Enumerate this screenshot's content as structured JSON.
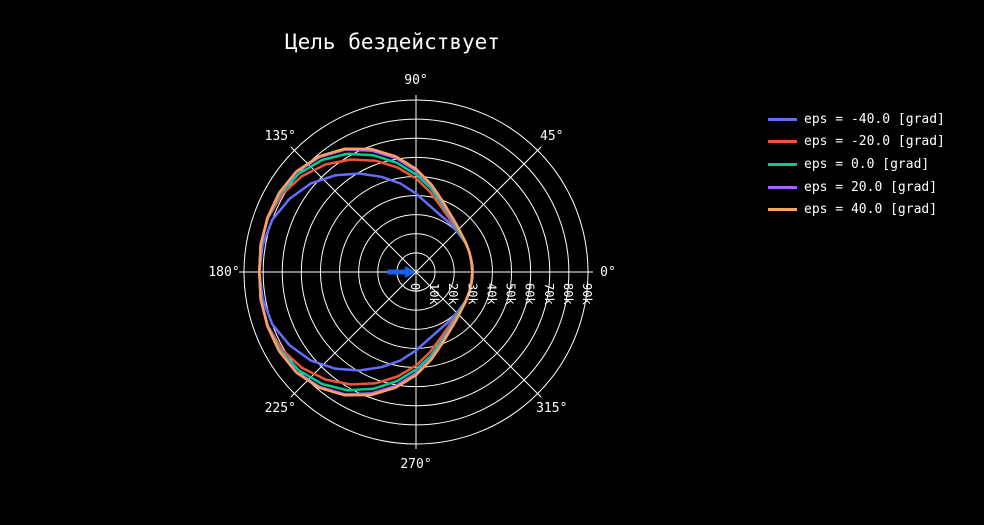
{
  "chart_data": {
    "type": "polar-line",
    "title": "Цель бездействует",
    "angular_axis": {
      "unit": "deg",
      "tick_labels": [
        "0°",
        "45°",
        "90°",
        "135°",
        "180°",
        "225°",
        "270°",
        "315°"
      ],
      "tick_values": [
        0,
        45,
        90,
        135,
        180,
        225,
        270,
        315
      ]
    },
    "radial_axis": {
      "range": [
        0,
        90000
      ],
      "tick_values": [
        0,
        10000,
        20000,
        30000,
        40000,
        50000,
        60000,
        70000,
        80000,
        90000
      ],
      "tick_labels": [
        "0",
        "10k",
        "20k",
        "30k",
        "40k",
        "50k",
        "60k",
        "70k",
        "80k",
        "90k"
      ]
    },
    "grid": true,
    "legend_position": "top-right",
    "theta": [
      0,
      10,
      20,
      30,
      40,
      50,
      60,
      70,
      80,
      90,
      100,
      110,
      120,
      130,
      140,
      150,
      160,
      170,
      180,
      190,
      200,
      210,
      220,
      230,
      240,
      250,
      260,
      270,
      280,
      290,
      300,
      310,
      320,
      330,
      340,
      350,
      360
    ],
    "series": [
      {
        "name": "eps = -40.0 [grad]",
        "color": "#636efa",
        "r": [
          29500,
          29500,
          29800,
          30000,
          30000,
          30500,
          31500,
          33000,
          36000,
          41000,
          47000,
          53000,
          59500,
          66000,
          72000,
          76500,
          80000,
          81500,
          82000,
          81500,
          80000,
          76500,
          72000,
          66000,
          59500,
          53000,
          47000,
          41000,
          36000,
          33000,
          31500,
          30500,
          30000,
          30000,
          29800,
          29500,
          29500
        ]
      },
      {
        "name": "eps = -20.0 [grad]",
        "color": "#ef553b",
        "r": [
          29500,
          29500,
          29800,
          30000,
          30500,
          31500,
          33500,
          37000,
          42500,
          49000,
          55500,
          62000,
          68000,
          73500,
          78000,
          81000,
          82500,
          82500,
          82000,
          82500,
          82500,
          81000,
          78000,
          73500,
          68000,
          62000,
          55500,
          49000,
          42500,
          37000,
          33500,
          31500,
          30500,
          30000,
          29800,
          29500,
          29500
        ]
      },
      {
        "name": "eps = 0.0 [grad]",
        "color": "#00cc96",
        "r": [
          29500,
          29500,
          29800,
          30000,
          30500,
          32000,
          34500,
          38500,
          44500,
          51000,
          58000,
          65000,
          71500,
          76500,
          80000,
          82000,
          82500,
          82500,
          82000,
          82500,
          82500,
          82000,
          80000,
          76500,
          71500,
          65000,
          58000,
          51000,
          44500,
          38500,
          34500,
          32000,
          30500,
          30000,
          29800,
          29500,
          29500
        ]
      },
      {
        "name": "eps = 20.0 [grad]",
        "color": "#ab63fa",
        "r": [
          29500,
          29500,
          29800,
          30200,
          31000,
          32500,
          35000,
          39500,
          46000,
          53000,
          60500,
          67500,
          74000,
          78500,
          81500,
          82500,
          82500,
          82500,
          82000,
          82500,
          82500,
          82500,
          81500,
          78500,
          74000,
          67500,
          60500,
          53000,
          46000,
          39500,
          35000,
          32500,
          31000,
          30200,
          29800,
          29500,
          29500
        ]
      },
      {
        "name": "eps = 40.0 [grad]",
        "color": "#ffa15a",
        "r": [
          29500,
          29500,
          29800,
          30200,
          31000,
          32800,
          35500,
          40000,
          46500,
          54000,
          61500,
          68500,
          74500,
          79000,
          81800,
          82800,
          82800,
          82500,
          82000,
          82500,
          82800,
          82800,
          81800,
          79000,
          74500,
          68500,
          61500,
          54000,
          46500,
          40000,
          35500,
          32800,
          31000,
          30200,
          29800,
          29500,
          29500
        ]
      }
    ],
    "markers": [
      {
        "kind": "arrow",
        "color": "#1560f0",
        "theta": 180,
        "r_from": 15000,
        "r_to": 0
      }
    ]
  }
}
